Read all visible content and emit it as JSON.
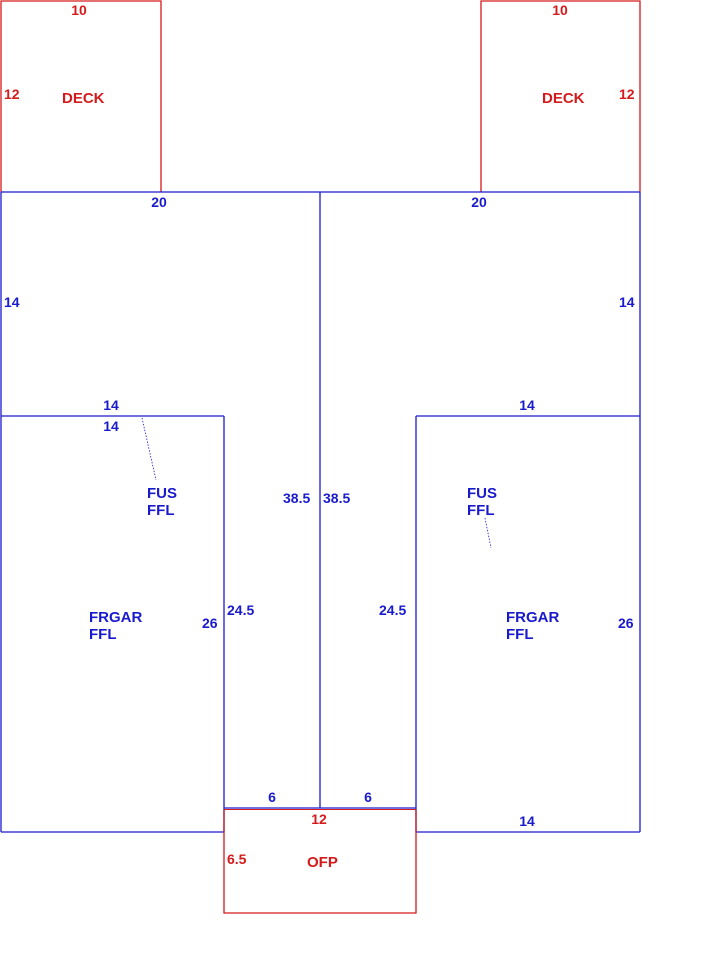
{
  "colors": {
    "structure": "#1a1acd",
    "addition": "#d41a1a",
    "background": "#ffffff"
  },
  "decks": {
    "left": {
      "label": "DECK",
      "width": "10",
      "depth": "12"
    },
    "right": {
      "label": "DECK",
      "width": "10",
      "depth": "12"
    }
  },
  "main": {
    "left_top": "20",
    "right_top": "20",
    "left_side": "14",
    "right_side": "14",
    "left_step": "14",
    "right_step": "14",
    "center_left": "38.5",
    "center_right": "38.5",
    "inner_left": "24.5",
    "inner_right": "24.5",
    "bottom_left": "6",
    "bottom_right": "6"
  },
  "garages": {
    "left": {
      "top": "14",
      "side": "26",
      "line1": "FRGAR",
      "line2": "FFL"
    },
    "right": {
      "bottom": "14",
      "side": "26",
      "line1": "FRGAR",
      "line2": "FFL"
    }
  },
  "living": {
    "left": {
      "line1": "FUS",
      "line2": "FFL"
    },
    "right": {
      "line1": "FUS",
      "line2": "FFL"
    }
  },
  "porch": {
    "label": "OFP",
    "width": "12",
    "depth": "6.5"
  }
}
